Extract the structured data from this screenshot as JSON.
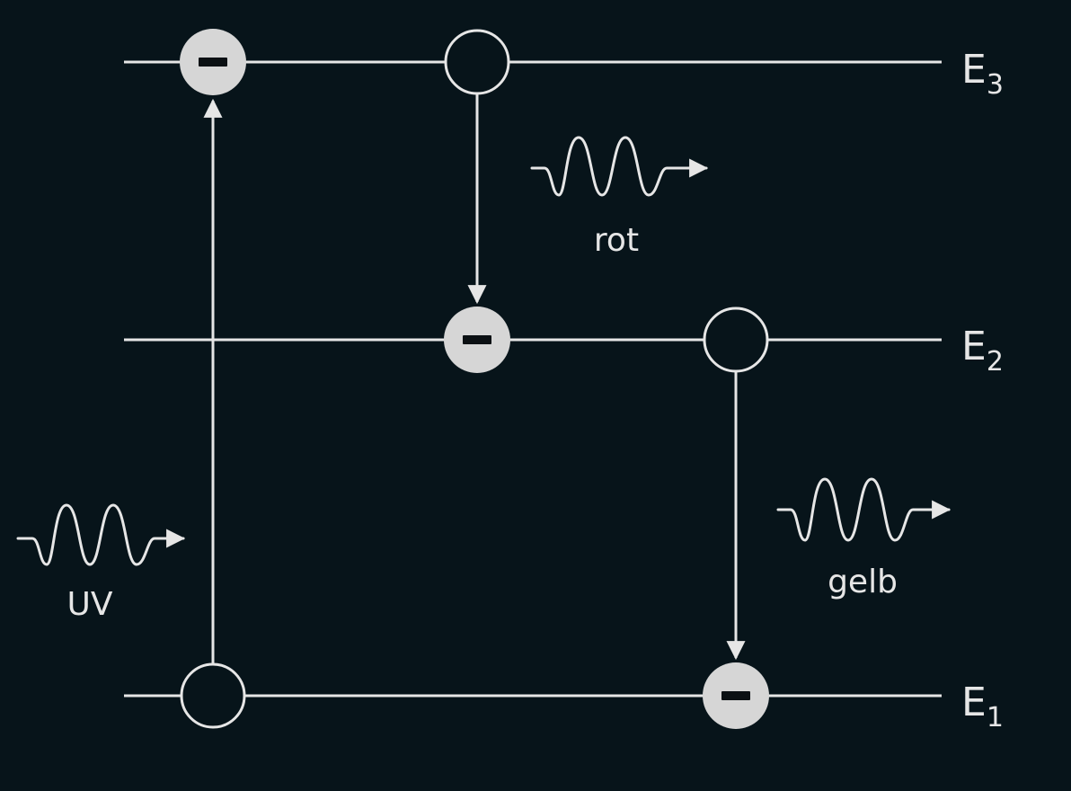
{
  "levels": [
    {
      "id": "E3",
      "base": "E",
      "sub": "3"
    },
    {
      "id": "E2",
      "base": "E",
      "sub": "2"
    },
    {
      "id": "E1",
      "base": "E",
      "sub": "1"
    }
  ],
  "photons": {
    "uv": "UV",
    "red": "rot",
    "yellow": "gelb"
  },
  "electron_symbol": "−",
  "colors": {
    "background": "#07141a",
    "foreground": "#e6e6e6",
    "electron": "#d6d6d6",
    "electron_sign": "#0b1013"
  }
}
